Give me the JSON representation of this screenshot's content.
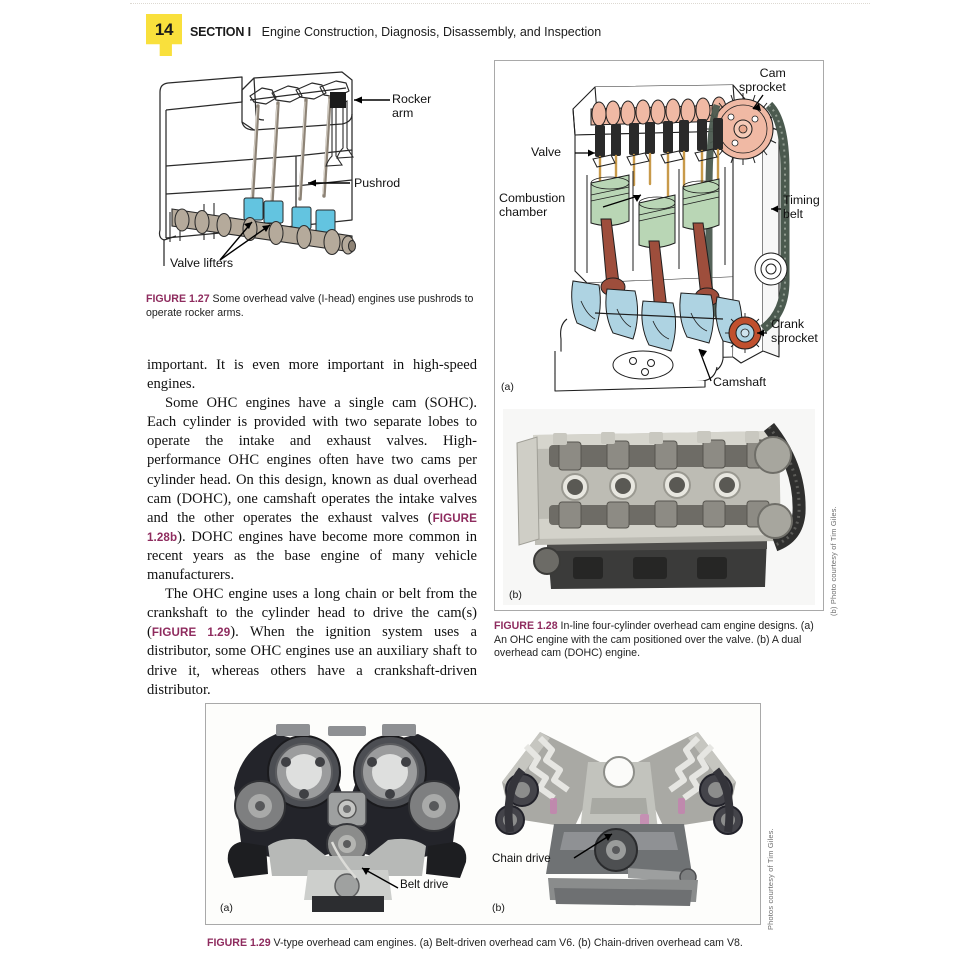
{
  "page": {
    "number": "14",
    "section_label": "SECTION",
    "section_number": "I",
    "section_title": "Engine Construction, Diagnosis, Disassembly, and Inspection",
    "accent_color": "#8e2b5e",
    "tab_color": "#f9e03c"
  },
  "figure_127": {
    "number": "FIGURE 1.27",
    "caption": "Some overhead valve (I-head) engines use pushrods to operate rocker arms.",
    "labels": {
      "rocker_arm_line1": "Rocker",
      "rocker_arm_line2": "arm",
      "pushrod": "Pushrod",
      "valve_lifters": "Valve lifters"
    }
  },
  "body": {
    "p1": "important. It is even more important in high-speed engines.",
    "p2_a": "Some OHC engines have a single cam (SOHC). Each cylinder is provided with two separate lobes to operate the intake and exhaust valves. High-performance OHC engines often have two cams per cylinder head. On this design, known as dual overhead cam (DOHC), one camshaft operates the intake valves and the other operates the exhaust valves (",
    "p2_ref": "FIGURE 1.28b",
    "p2_b": "). DOHC engines have become more common in recent years as the base engine of many vehicle manufacturers.",
    "p3_a": "The OHC engine uses a long chain or belt from the crankshaft to the cylinder head to drive the cam(s) (",
    "p3_ref": "FIGURE 1.29",
    "p3_b": "). When the ignition system uses a distributor, some OHC engines use an auxiliary shaft to drive it, whereas others have a crankshaft-driven distributor."
  },
  "figure_128": {
    "number": "FIGURE 1.28",
    "caption": "In-line four-cylinder overhead cam engine designs. (a) An OHC engine with the cam positioned over the valve. (b) A dual overhead cam (DOHC) engine.",
    "sub_a": "(a)",
    "sub_b": "(b)",
    "credit": "(b) Photo courtesy of Tim Giles.",
    "labels": {
      "cam_sprocket_line1": "Cam",
      "cam_sprocket_line2": "sprocket",
      "valve": "Valve",
      "combustion_chamber_line1": "Combustion",
      "combustion_chamber_line2": "chamber",
      "timing_belt_line1": "Timing",
      "timing_belt_line2": "belt",
      "crank_sprocket_line1": "Crank",
      "crank_sprocket_line2": "sprocket",
      "camshaft": "Camshaft"
    },
    "colors": {
      "camshaft_lobe": "#f0b9a4",
      "piston": "#b9d6b5",
      "crankshaft": "#aed3e2",
      "con_rod": "#9e4e3c",
      "sprocket_red": "#c0502e",
      "belt": "#4b5a4f"
    }
  },
  "figure_129": {
    "number": "FIGURE 1.29",
    "caption": "V-type overhead cam engines. (a) Belt-driven overhead cam V6. (b) Chain-driven overhead cam V8.",
    "sub_a": "(a)",
    "sub_b": "(b)",
    "credit": "Photos courtesy of Tim Giles.",
    "labels": {
      "belt_drive": "Belt drive",
      "chain_drive": "Chain drive"
    }
  }
}
